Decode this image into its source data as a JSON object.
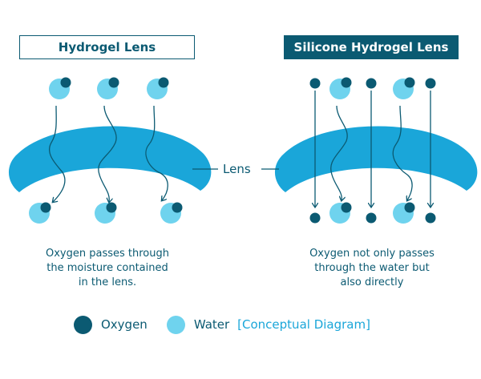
{
  "titles": {
    "left": "Hydrogel Lens",
    "right": "Silicone Hydrogel Lens"
  },
  "lens_label": "Lens",
  "captions": {
    "left": [
      "Oxygen passes through",
      "the moisture contained",
      "in the lens."
    ],
    "right": [
      "Oxygen not only passes",
      "through the water but",
      "also directly"
    ]
  },
  "legend": {
    "oxygen": "Oxygen",
    "water": "Water",
    "note": "[Conceptual Diagram]"
  },
  "colors": {
    "lens": "#1aa6d9",
    "oxygen": "#0b5a72",
    "water": "#6fd3ee",
    "accent_text": "#1aa6d9"
  }
}
